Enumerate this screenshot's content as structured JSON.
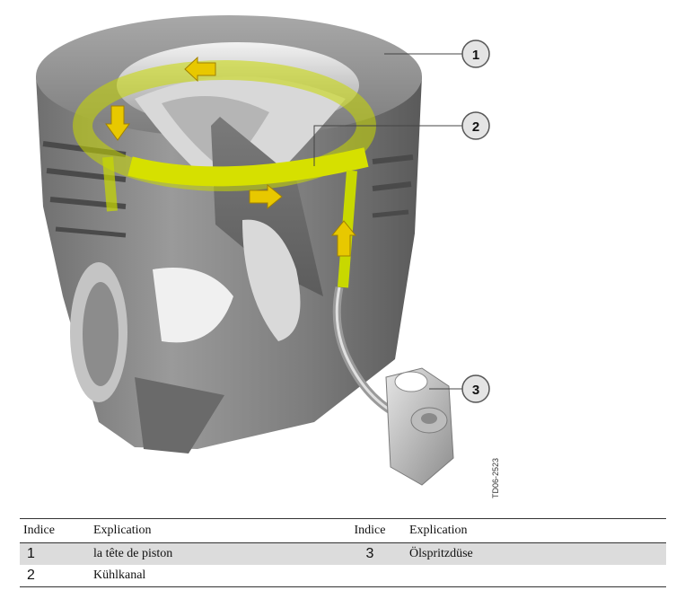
{
  "figure": {
    "code": "TD06-2523",
    "callouts": [
      {
        "number": "1"
      },
      {
        "number": "2"
      },
      {
        "number": "3"
      }
    ]
  },
  "legend": {
    "headers": [
      "Indice",
      "Explication",
      "Indice",
      "Explication"
    ],
    "rows": [
      {
        "left_index": "1",
        "left_text": "la tête de piston",
        "right_index": "3",
        "right_text": "Ölspritzdüse"
      },
      {
        "left_index": "2",
        "left_text": "Kühlkanal",
        "right_index": "",
        "right_text": ""
      }
    ]
  },
  "colors": {
    "piston_gray": "#8a8a8a",
    "cooling_channel_yellow": "#d6e000",
    "arrow_yellow": "#e8c800",
    "table_shade": "#dcdcdc"
  }
}
